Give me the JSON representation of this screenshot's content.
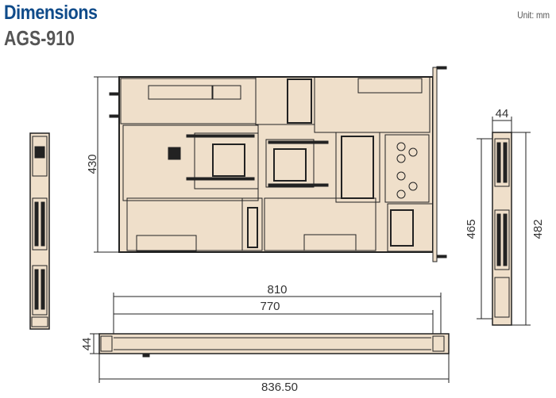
{
  "title": "Dimensions",
  "model": "AGS-910",
  "unit": "Unit: mm",
  "colors": {
    "fill": "#efdfca",
    "line": "#222222",
    "title": "#0f4b8a"
  },
  "dimensions": {
    "depth_top": "430",
    "width_front": "44",
    "height_side": "465",
    "height_side_total": "482",
    "length_810": "810",
    "length_770": "770",
    "length_total": "836.50",
    "height_bottom": "44"
  }
}
